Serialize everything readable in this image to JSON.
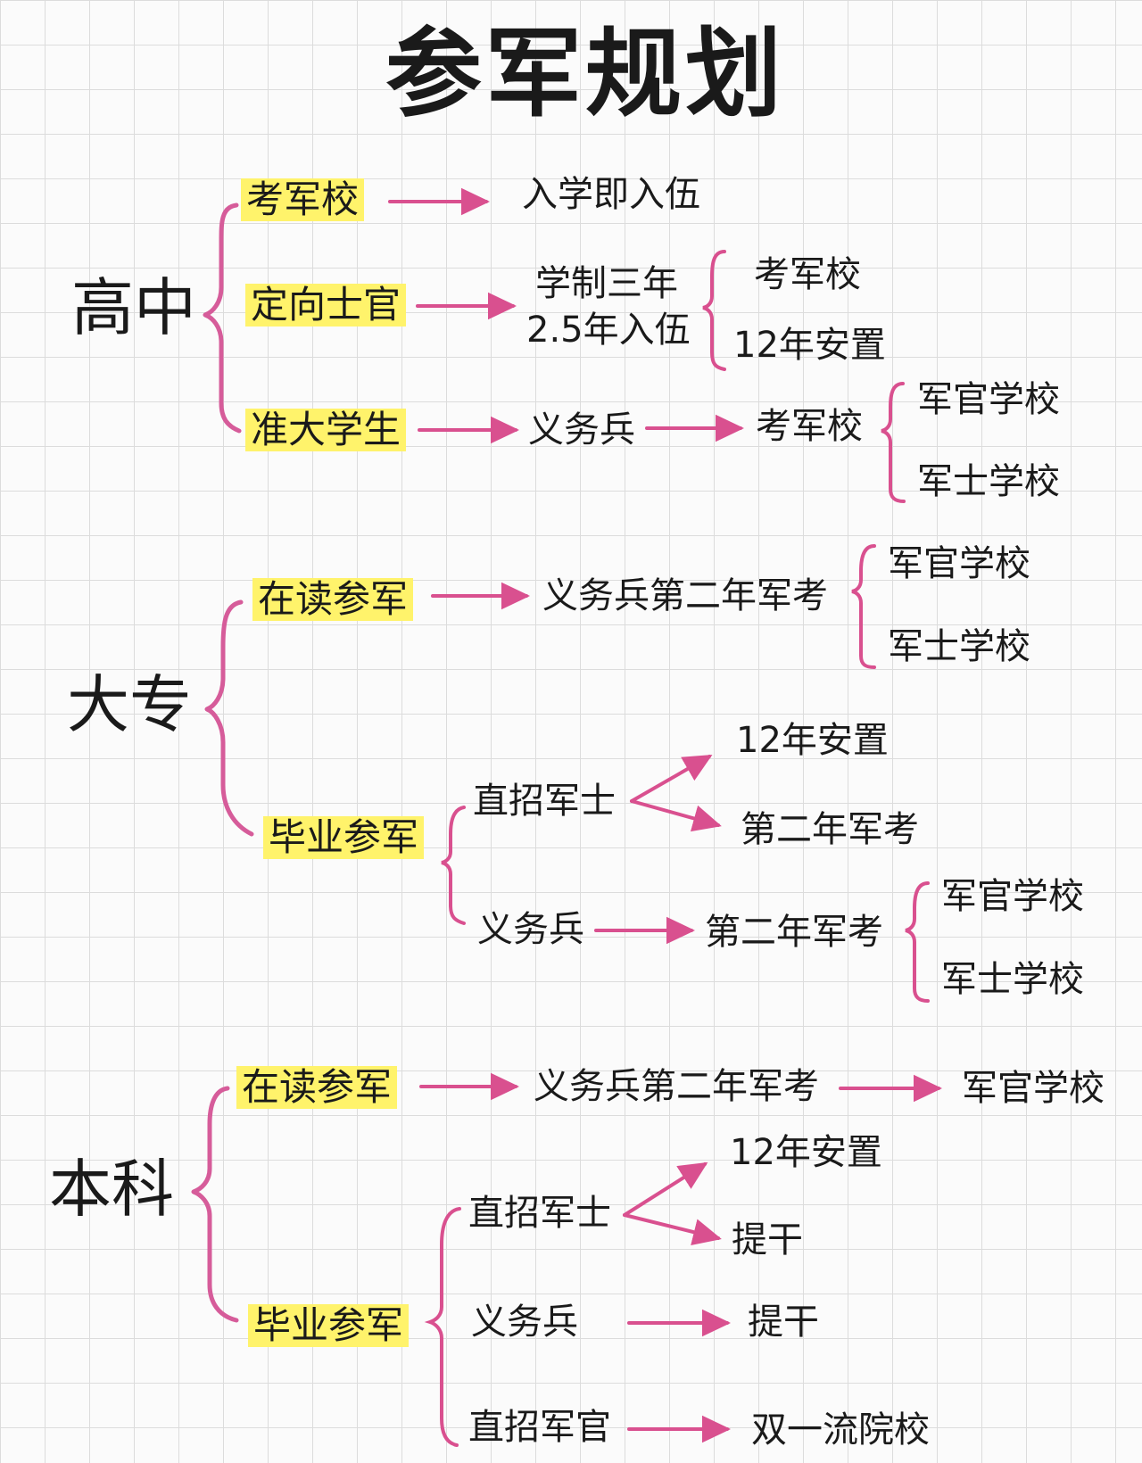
{
  "title": "参军规划",
  "high_school": {
    "stage": "高中",
    "kaojunxiao": {
      "label": "考军校",
      "result": "入学即入伍"
    },
    "dingxiang": {
      "label": "定向士官",
      "info_line1": "学制三年",
      "info_line2": "2.5年入伍",
      "options": [
        "考军校",
        "12年安置"
      ]
    },
    "zhun": {
      "label": "准大学生",
      "step1": "义务兵",
      "step2": "考军校",
      "options": [
        "军官学校",
        "军士学校"
      ]
    }
  },
  "college": {
    "stage": "大专",
    "zaidu": {
      "label": "在读参军",
      "step": "义务兵第二年军考",
      "options": [
        "军官学校",
        "军士学校"
      ]
    },
    "biye": {
      "label": "毕业参军",
      "zhizhao": {
        "label": "直招军士",
        "targets": [
          "12年安置",
          "第二年军考"
        ]
      },
      "yiwu": {
        "label": "义务兵",
        "step": "第二年军考",
        "options": [
          "军官学校",
          "军士学校"
        ]
      }
    }
  },
  "bachelor": {
    "stage": "本科",
    "zaidu": {
      "label": "在读参军",
      "step": "义务兵第二年军考",
      "result": "军官学校"
    },
    "biye": {
      "label": "毕业参军",
      "zhizhao_junshi": {
        "label": "直招军士",
        "targets": [
          "12年安置",
          "提干"
        ]
      },
      "yiwu": {
        "label": "义务兵",
        "result": "提干"
      },
      "zhizhao_junguan": {
        "label": "直招军官",
        "result": "双一流院校"
      }
    }
  }
}
